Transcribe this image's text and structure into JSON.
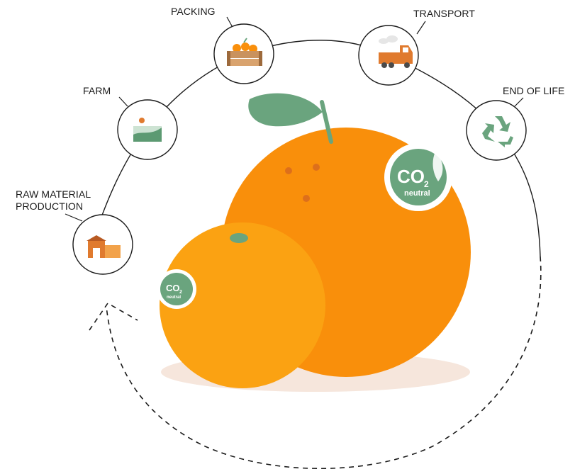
{
  "stages": {
    "packing": "PACKING",
    "transport": "TRANSPORT",
    "end_of_life": "END OF LIFE",
    "farm": "FARM",
    "raw_line1": "RAW MATERIAL",
    "raw_line2": "PRODUCTION"
  },
  "sticker": {
    "co": "CO",
    "sub": "2",
    "word": "neutral"
  },
  "colors": {
    "orange_big": "#F98F0B",
    "orange_small": "#FBA212",
    "leaf_green": "#6AA47E",
    "shadow": "#F6E6DC",
    "line": "#1a1a1a"
  },
  "icons": [
    "factory-icon",
    "farm-landscape-icon",
    "crate-of-oranges-icon",
    "truck-icon",
    "recycle-icon"
  ]
}
